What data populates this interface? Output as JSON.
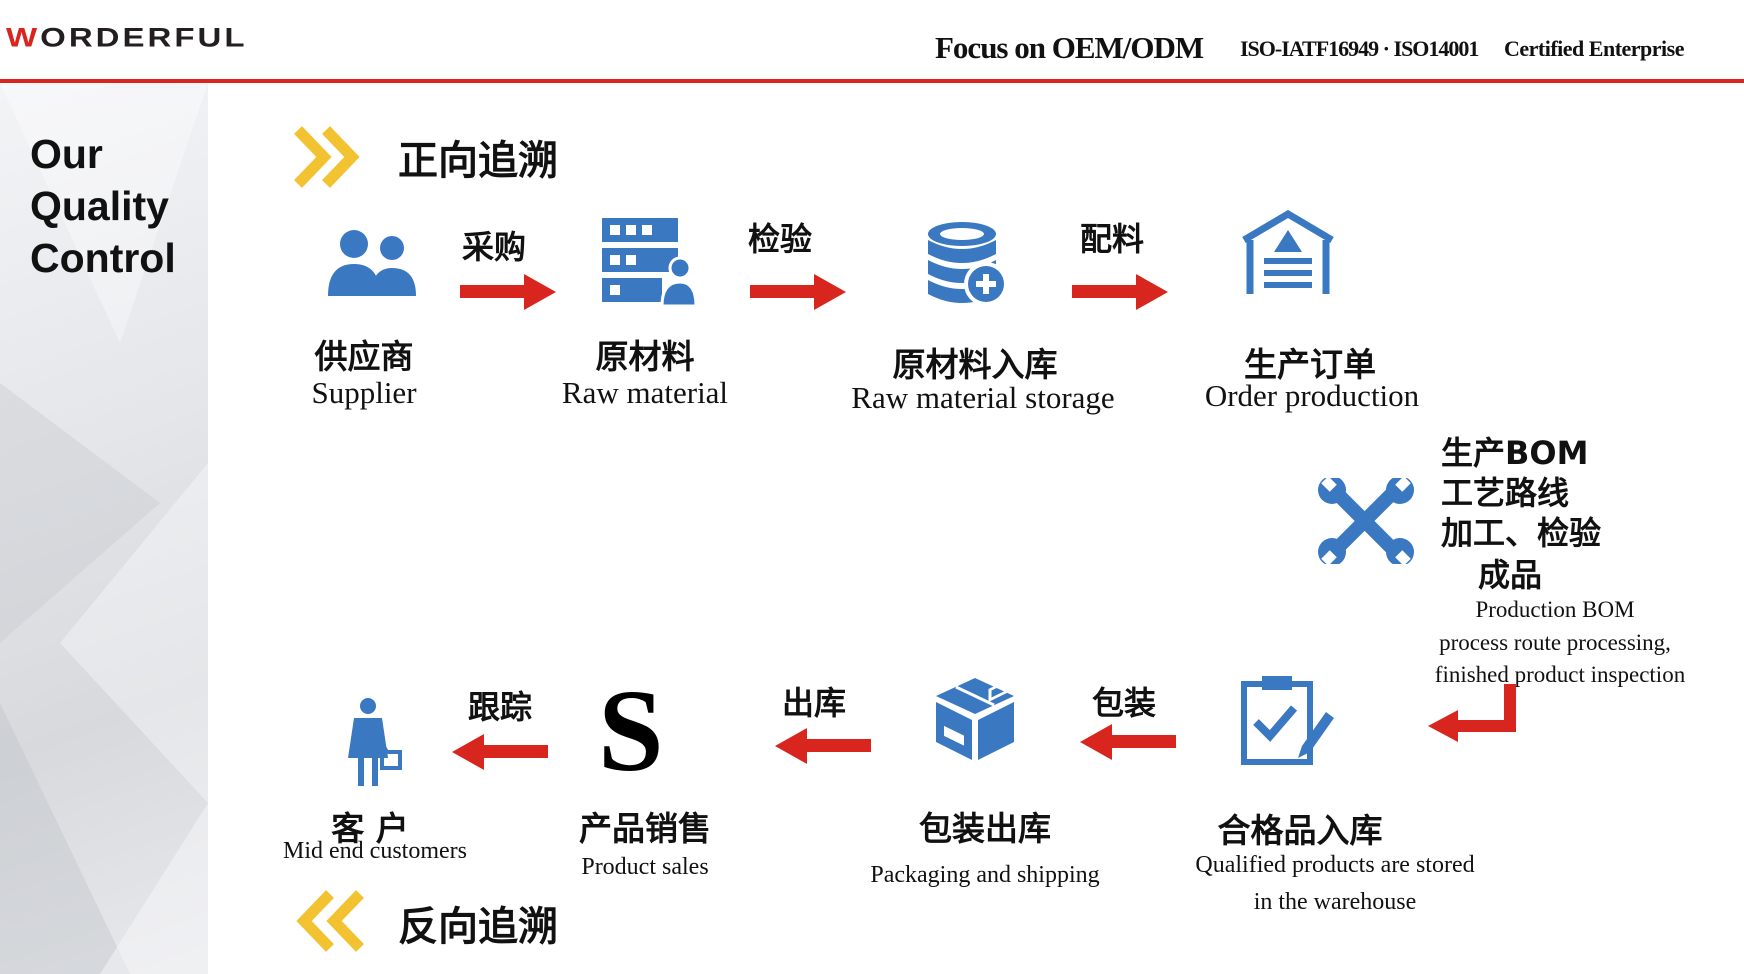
{
  "header": {
    "logo_w": "W",
    "logo_rest": "ORDERFUL",
    "focus": "Focus on OEM/ODM",
    "iso": "ISO-IATF16949 · ISO14001",
    "certified": "Certified Enterprise"
  },
  "sidebar": {
    "title_lines": [
      "Our",
      "Quality",
      "Control"
    ]
  },
  "forward": {
    "title": "正向追溯",
    "nodes": [
      {
        "cn": "供应商",
        "en": "Supplier",
        "icon": "users-icon"
      },
      {
        "cn": "原材料",
        "en": "Raw material",
        "icon": "server-worker-icon"
      },
      {
        "cn": "原材料入库",
        "en": "Raw material storage",
        "icon": "database-plus-icon"
      },
      {
        "cn": "生产订单",
        "en": "Order production",
        "icon": "warehouse-icon"
      }
    ],
    "steps": [
      "采购",
      "检验",
      "配料"
    ]
  },
  "production": {
    "icon": "wrench-cross-icon",
    "cn_lines": [
      "生产BOM",
      "工艺路线",
      "加工、检验",
      "成品"
    ],
    "en_lines": [
      "Production BOM",
      "process route processing,",
      "finished product inspection"
    ]
  },
  "reverse": {
    "title": "反向追溯",
    "nodes": [
      {
        "cn": "客 户",
        "en": "Mid end customers",
        "icon": "customer-icon"
      },
      {
        "cn": "产品销售",
        "en": "Product sales",
        "icon": "letter-s-icon",
        "symbol": "S"
      },
      {
        "cn": "包装出库",
        "en": "Packaging and shipping",
        "icon": "box-icon"
      },
      {
        "cn": "合格品入库",
        "en_lines": [
          "Qualified products are stored",
          "in the warehouse"
        ],
        "icon": "checklist-icon"
      }
    ],
    "steps": [
      "跟踪",
      "出库",
      "包装"
    ]
  },
  "colors": {
    "brand_red": "#d8261f",
    "icon_blue": "#3a78c2",
    "chevron_gold": "#f2c230"
  }
}
